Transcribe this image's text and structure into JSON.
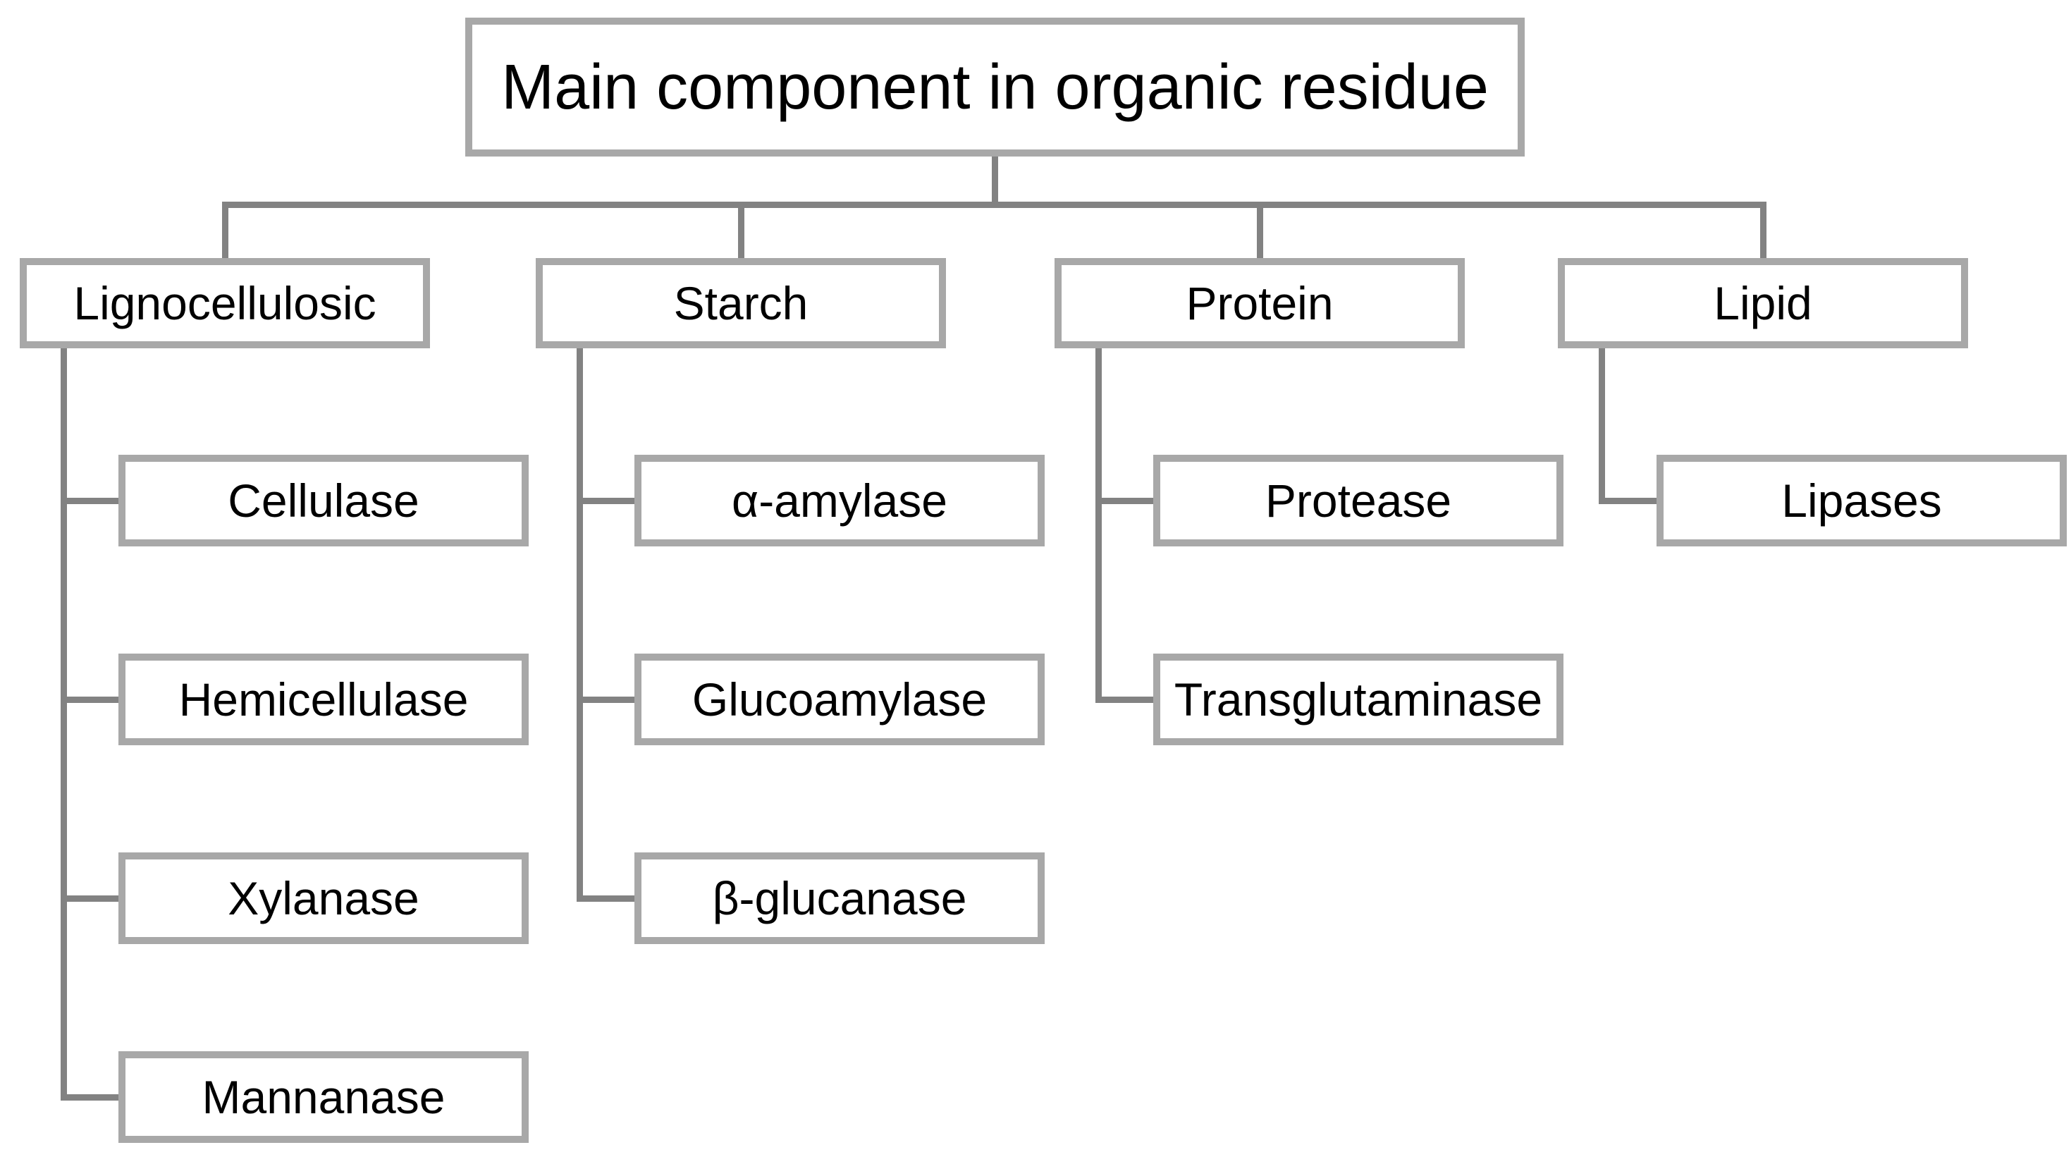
{
  "diagram": {
    "title": "Main component in organic residue",
    "type": "hierarchy",
    "columns": [
      {
        "label": "Lignocellulosic",
        "children": [
          "Cellulase",
          "Hemicellulase",
          "Xylanase",
          "Mannanase"
        ]
      },
      {
        "label": "Starch",
        "children": [
          "α-amylase",
          "Glucoamylase",
          "β-glucanase"
        ]
      },
      {
        "label": "Protein",
        "children": [
          "Protease",
          "Transglutaminase"
        ]
      },
      {
        "label": "Lipid",
        "children": [
          "Lipases"
        ]
      }
    ],
    "colors": {
      "connector_line": "#828282",
      "box_border": "#a8a8a8",
      "box_fill": "#ffffff",
      "text": "#000000",
      "background": "#ffffff"
    }
  }
}
